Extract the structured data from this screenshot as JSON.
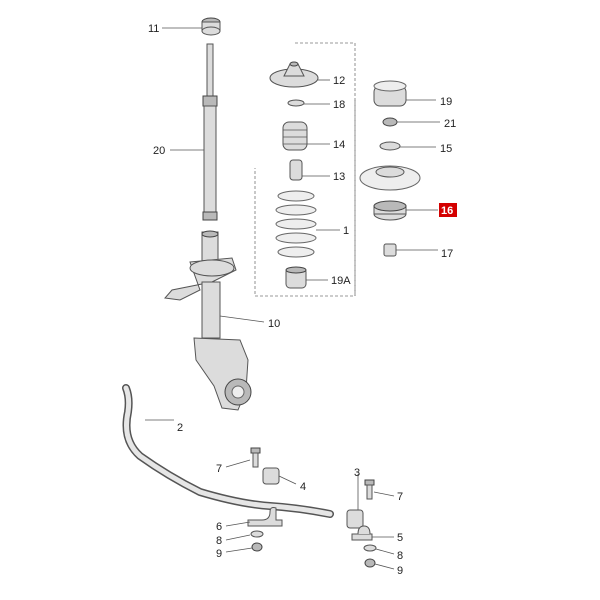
{
  "callouts": {
    "c1": "1",
    "c2": "2",
    "c3": "3",
    "c4": "4",
    "c5": "5",
    "c6": "6",
    "c7a": "7",
    "c7b": "7",
    "c8a": "8",
    "c8b": "8",
    "c9a": "9",
    "c9b": "9",
    "c10": "10",
    "c11": "11",
    "c12": "12",
    "c13": "13",
    "c14": "14",
    "c15": "15",
    "c16": "16",
    "c17": "17",
    "c18": "18",
    "c19": "19",
    "c19a": "19A",
    "c20": "20",
    "c21": "21"
  },
  "highlight": {
    "callout": "c16",
    "color": "#d40000",
    "text_color": "#ffffff"
  },
  "colors": {
    "line": "#555555",
    "fill": "#dcdcdc",
    "fill_dark": "#b9b9b9"
  }
}
